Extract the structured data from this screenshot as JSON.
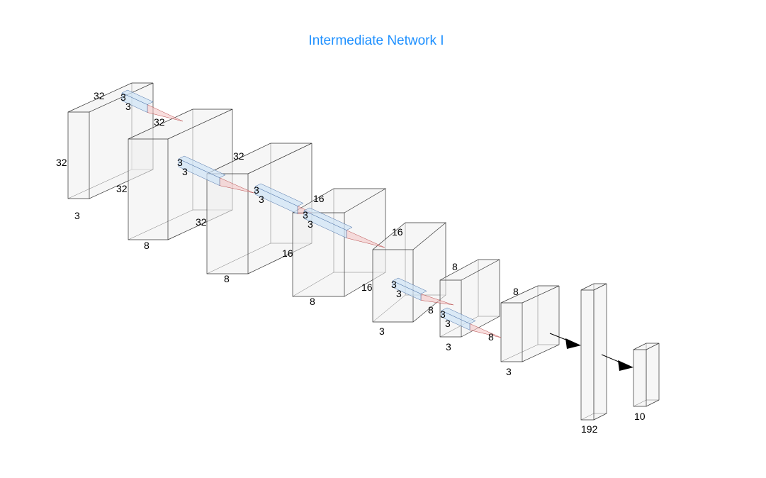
{
  "title": "Intermediate Network I",
  "layers": [
    {
      "id": "l1",
      "labels": {
        "height": "32",
        "depth": "32",
        "width": "3",
        "depth2": "32"
      }
    },
    {
      "id": "l2",
      "labels": {
        "width": "8",
        "depth": "32"
      }
    },
    {
      "id": "l3",
      "labels": {
        "height": "32",
        "width": "8",
        "depth": "16"
      }
    },
    {
      "id": "l4",
      "labels": {
        "height": "16",
        "width": "8",
        "depth": "16"
      }
    },
    {
      "id": "l5",
      "labels": {
        "height": "16",
        "width": "3",
        "depth": "8"
      }
    },
    {
      "id": "l6",
      "labels": {
        "height": "8",
        "width": "3",
        "depth": "8"
      }
    },
    {
      "id": "l7",
      "labels": {
        "height": "8",
        "width": "3"
      }
    },
    {
      "id": "dense1",
      "labels": {
        "units": "192"
      }
    },
    {
      "id": "dense2",
      "labels": {
        "units": "10"
      }
    }
  ],
  "kernels": [
    {
      "id": "k1",
      "size_a": "3",
      "size_b": "3"
    },
    {
      "id": "k2",
      "size_a": "3",
      "size_b": "3"
    },
    {
      "id": "k3",
      "size_a": "3",
      "size_b": "3"
    },
    {
      "id": "k4",
      "size_a": "3",
      "size_b": "3"
    },
    {
      "id": "k5",
      "size_a": "3",
      "size_b": "3"
    },
    {
      "id": "k6",
      "size_a": "3",
      "size_b": "3"
    }
  ],
  "colors": {
    "title": "#1e90ff",
    "kernel": "#cfe4f7",
    "cone": "#f4c2c2"
  }
}
